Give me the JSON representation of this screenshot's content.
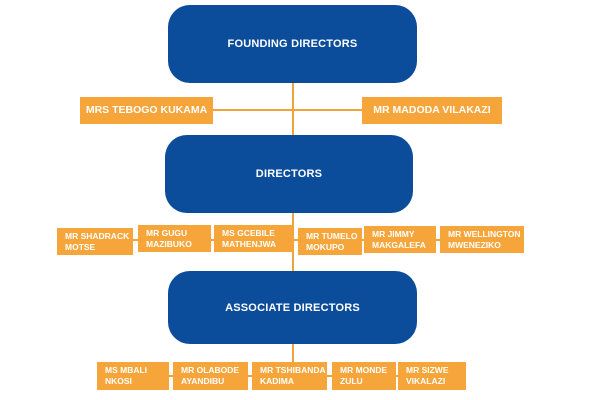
{
  "colors": {
    "blue": "#0b4d9b",
    "orange": "#f5a53a",
    "connector": "#f2a23a",
    "text": "#ffffff"
  },
  "founding": {
    "title": "FOUNDING DIRECTORS",
    "members": [
      {
        "name": "MRS TEBOGO KUKAMA"
      },
      {
        "name": "MR MADODA VILAKAZI"
      }
    ]
  },
  "directors": {
    "title": "DIRECTORS",
    "members": [
      {
        "line1": "MR SHADRACK",
        "line2": "MOTSE"
      },
      {
        "line1": "MR GUGU",
        "line2": "MAZIBUKO"
      },
      {
        "line1": "MS GCEBILE",
        "line2": "MATHENJWA"
      },
      {
        "line1": "MR TUMELO",
        "line2": "MOKUPO"
      },
      {
        "line1": "MR JIMMY",
        "line2": "MAKGALEFA"
      },
      {
        "line1": "MR WELLINGTON",
        "line2": "MWENEZIKO"
      }
    ]
  },
  "associates": {
    "title": "ASSOCIATE DIRECTORS",
    "members": [
      {
        "line1": "MS MBALI",
        "line2": "NKOSI"
      },
      {
        "line1": "MR OLABODE",
        "line2": "AYANDIBU"
      },
      {
        "line1": "MR TSHIBANDA",
        "line2": "KADIMA"
      },
      {
        "line1": "MR MONDE",
        "line2": "ZULU"
      },
      {
        "line1": "MR SIZWE",
        "line2": "VIKALAZI"
      }
    ]
  }
}
